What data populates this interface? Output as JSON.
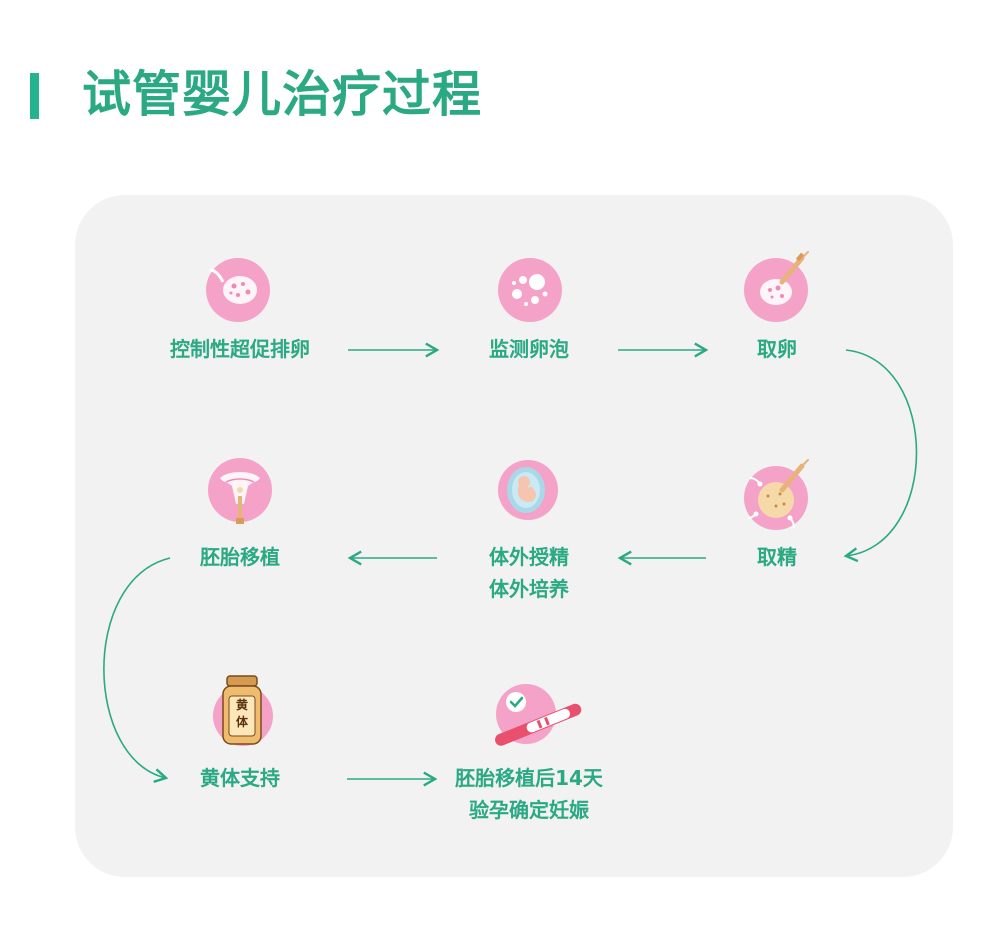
{
  "title": "试管婴儿治疗过程",
  "steps": [
    {
      "label": "控制性超促排卵",
      "icon": "ovary-icon"
    },
    {
      "label": "监测卵泡",
      "icon": "follicle-icon"
    },
    {
      "label": "取卵",
      "icon": "egg-retrieval-icon"
    },
    {
      "label": "取精",
      "icon": "sperm-retrieval-icon"
    },
    {
      "label_line1": "体外授精",
      "label_line2": "体外培养",
      "icon": "embryo-icon"
    },
    {
      "label": "胚胎移植",
      "icon": "uterus-icon"
    },
    {
      "label": "黄体支持",
      "icon": "medicine-bottle-icon",
      "bottle_text_1": "黄",
      "bottle_text_2": "体"
    },
    {
      "label_line1": "胚胎移植后14天",
      "label_line2": "验孕确定妊娠",
      "icon": "pregnancy-test-icon"
    }
  ],
  "colors": {
    "accent": "#2aa983",
    "pink": "#f4a2c8",
    "panel": "#f2f2f2"
  }
}
